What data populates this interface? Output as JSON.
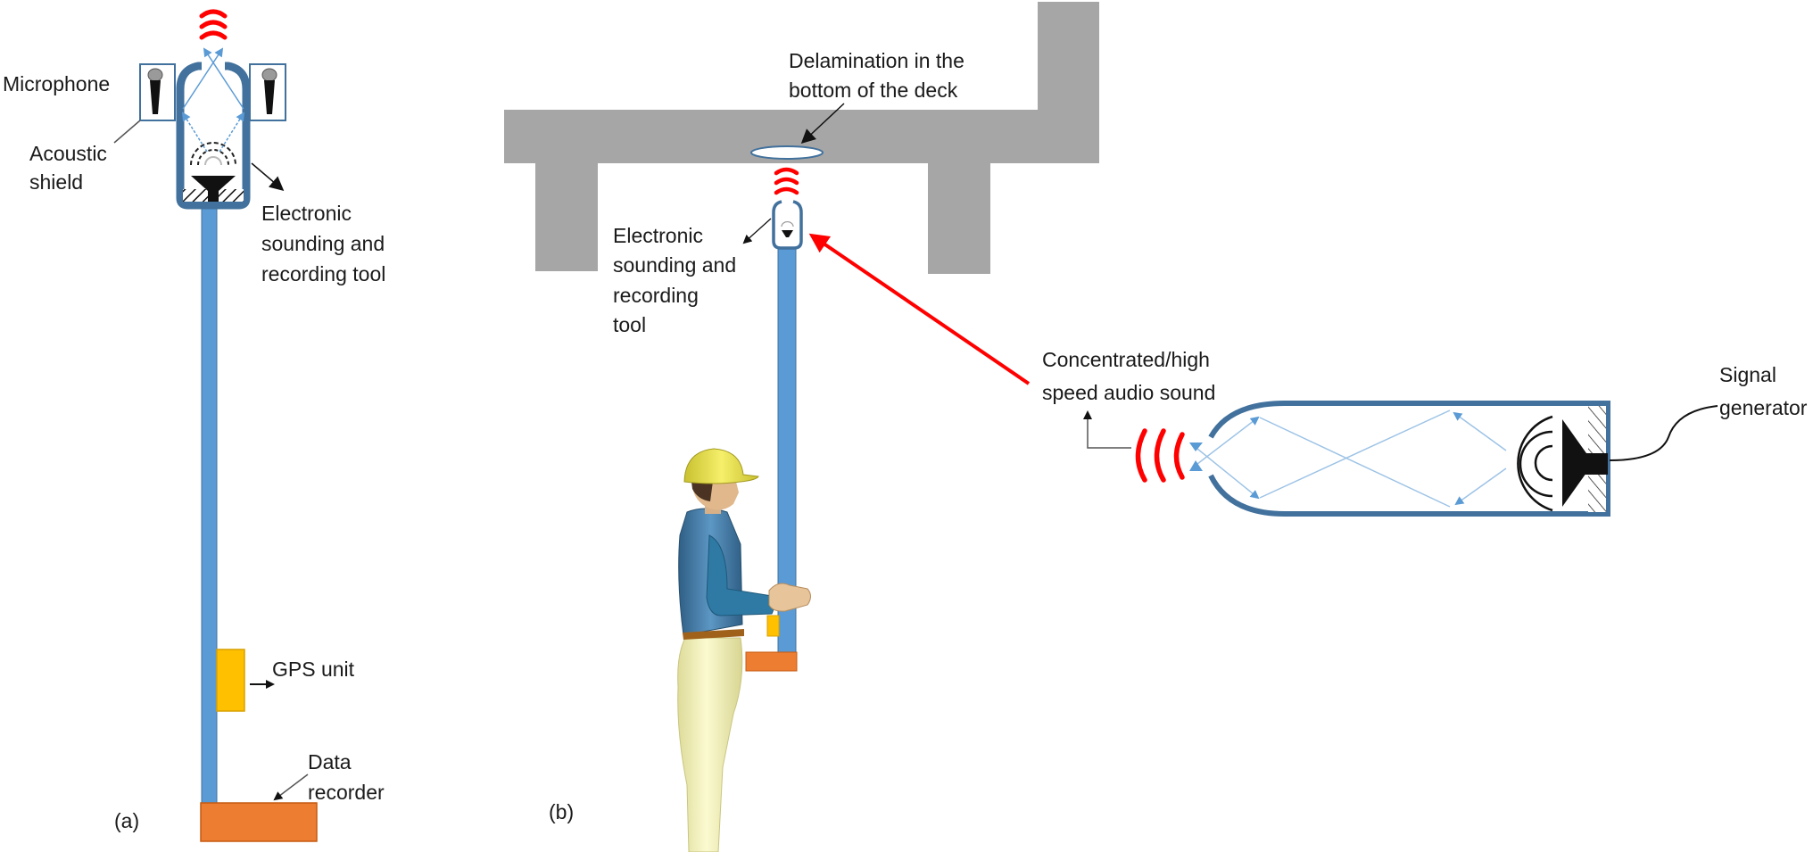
{
  "figure": {
    "panels": [
      {
        "id": "a",
        "label": "(a)"
      },
      {
        "id": "b",
        "label": "(b)"
      }
    ]
  },
  "panel_a": {
    "labels": {
      "microphone": "Microphone",
      "acoustic_shield": [
        "Acoustic",
        "shield"
      ],
      "tool": [
        "Electronic",
        "sounding and",
        "recording tool"
      ],
      "gps": "GPS unit",
      "recorder": [
        "Data",
        "recorder"
      ]
    }
  },
  "panel_b": {
    "labels": {
      "delamination": [
        "Delamination in the",
        "bottom of the deck"
      ],
      "tool": [
        "Electronic",
        "sounding and",
        "recording",
        "tool"
      ],
      "sound": [
        "Concentrated/high",
        "speed audio sound"
      ],
      "signal_generator": [
        "Signal",
        "generator"
      ]
    }
  },
  "colors": {
    "pole_blue": "#5b9bd5",
    "shield_blue": "#41719c",
    "ray_blue": "#9dc3e6",
    "wave_red": "#ff0000",
    "deck_gray": "#a6a6a6",
    "gps_yellow": "#ffc000",
    "recorder_orange": "#ed7d31",
    "helmet_yellow": "#e8e040",
    "shirt_blue": "#4a7fa8",
    "pants": "#f2f0b0",
    "skin": "#e8c49a"
  }
}
